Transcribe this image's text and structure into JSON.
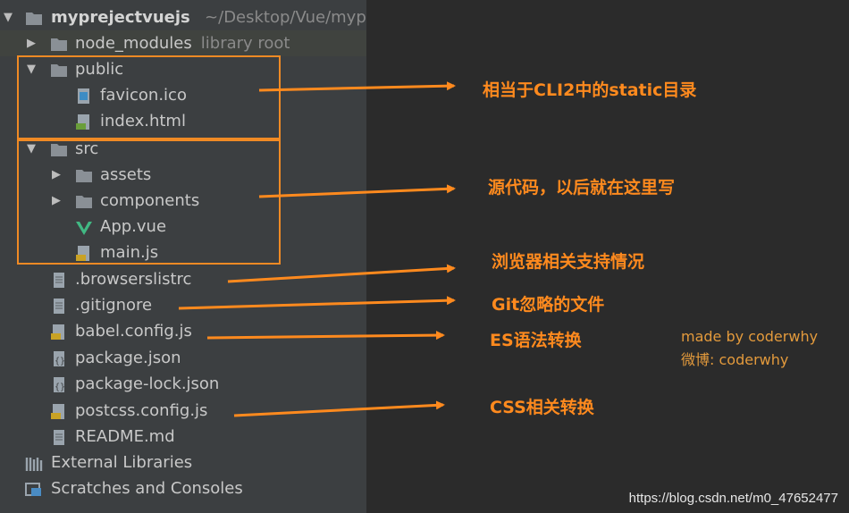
{
  "tree": {
    "root": {
      "name": "myprejectvuejs",
      "path": "~/Desktop/Vue/myp"
    },
    "items": [
      {
        "label": "node_modules",
        "hint": "library root"
      },
      {
        "label": "public"
      },
      {
        "label": "favicon.ico"
      },
      {
        "label": "index.html"
      },
      {
        "label": "src"
      },
      {
        "label": "assets"
      },
      {
        "label": "components"
      },
      {
        "label": "App.vue"
      },
      {
        "label": "main.js"
      },
      {
        "label": ".browserslistrc"
      },
      {
        "label": ".gitignore"
      },
      {
        "label": "babel.config.js"
      },
      {
        "label": "package.json"
      },
      {
        "label": "package-lock.json"
      },
      {
        "label": "postcss.config.js"
      },
      {
        "label": "README.md"
      },
      {
        "label": "External Libraries"
      },
      {
        "label": "Scratches and Consoles"
      }
    ]
  },
  "annotations": [
    "相当于CLI2中的static目录",
    "源代码，以后就在这里写",
    "浏览器相关支持情况",
    "Git忽略的文件",
    "ES语法转换",
    "CSS相关转换"
  ],
  "credit": {
    "line1": "made by coderwhy",
    "line2": "微博: coderwhy"
  },
  "watermark": "https://blog.csdn.net/m0_47652477",
  "colors": {
    "annotation": "#ff8a1e",
    "box": "#f08a24",
    "panel": "#3c3f41",
    "editor": "#2b2b2b",
    "vue": "#41b883"
  }
}
